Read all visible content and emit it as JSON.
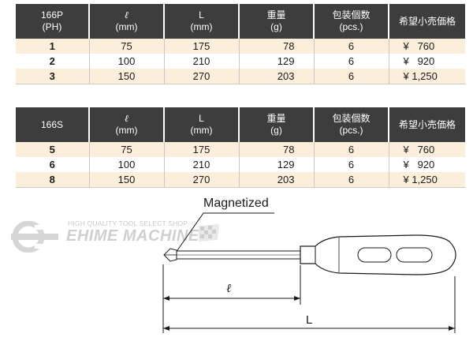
{
  "headers": {
    "col_l": [
      "ℓ",
      "(mm)"
    ],
    "col_L": [
      "L",
      "(mm)"
    ],
    "col_weight": [
      "重量",
      "(g)"
    ],
    "col_pack": [
      "包装個数",
      "(pcs.)"
    ],
    "col_price": [
      "希望小売価格"
    ]
  },
  "tables": [
    {
      "model_head": [
        "166P",
        "(PH)"
      ],
      "rows": [
        {
          "size": "1",
          "l": "75",
          "L": "175",
          "weight": "78",
          "pcs": "6",
          "price": "¥   760"
        },
        {
          "size": "2",
          "l": "100",
          "L": "210",
          "weight": "129",
          "pcs": "6",
          "price": "¥   920"
        },
        {
          "size": "3",
          "l": "150",
          "L": "270",
          "weight": "203",
          "pcs": "6",
          "price": "¥ 1,250"
        }
      ]
    },
    {
      "model_head": [
        "166S"
      ],
      "rows": [
        {
          "size": "5",
          "l": "75",
          "L": "175",
          "weight": "78",
          "pcs": "6",
          "price": "¥   760"
        },
        {
          "size": "6",
          "l": "100",
          "L": "210",
          "weight": "129",
          "pcs": "6",
          "price": "¥   920"
        },
        {
          "size": "8",
          "l": "150",
          "L": "270",
          "weight": "203",
          "pcs": "6",
          "price": "¥ 1,250"
        }
      ]
    }
  ],
  "watermark": {
    "tagline": "HIGH QUALITY TOOL SELECT SHOP",
    "brand": "EHIME MACHINE"
  },
  "drawing": {
    "magnetized_label": "Magnetized",
    "dim_shaft": "ℓ",
    "dim_total": "L"
  }
}
